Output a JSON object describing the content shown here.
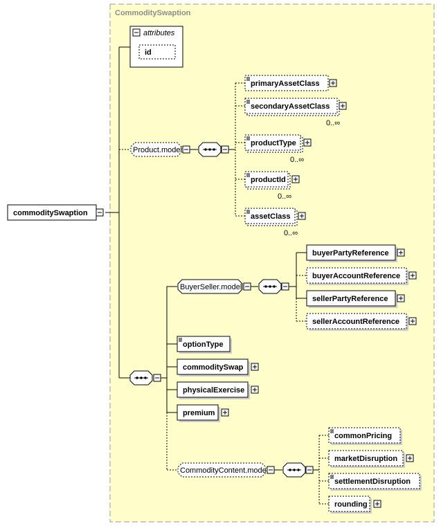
{
  "container": {
    "title": "CommoditySwaption"
  },
  "root": {
    "label": "commoditySwaption"
  },
  "attributes": {
    "label": "attributes",
    "items": [
      "id"
    ]
  },
  "product_model": {
    "label": "Product.model",
    "children": [
      {
        "label": "primaryAssetClass",
        "card": ""
      },
      {
        "label": "secondaryAssetClass",
        "card": "0..∞"
      },
      {
        "label": "productType",
        "card": "0..∞"
      },
      {
        "label": "productId",
        "card": "0..∞"
      },
      {
        "label": "assetClass",
        "card": "0..∞"
      }
    ]
  },
  "buyer_seller_model": {
    "label": "BuyerSeller.model",
    "children": [
      {
        "label": "buyerPartyReference"
      },
      {
        "label": "buyerAccountReference"
      },
      {
        "label": "sellerPartyReference"
      },
      {
        "label": "sellerAccountReference"
      }
    ]
  },
  "main_sequence": [
    {
      "label": "optionType"
    },
    {
      "label": "commoditySwap"
    },
    {
      "label": "physicalExercise"
    },
    {
      "label": "premium"
    }
  ],
  "commodity_content_model": {
    "label": "CommodityContent.model",
    "children": [
      {
        "label": "commonPricing"
      },
      {
        "label": "marketDisruption"
      },
      {
        "label": "settlementDisruption"
      },
      {
        "label": "rounding"
      }
    ]
  }
}
